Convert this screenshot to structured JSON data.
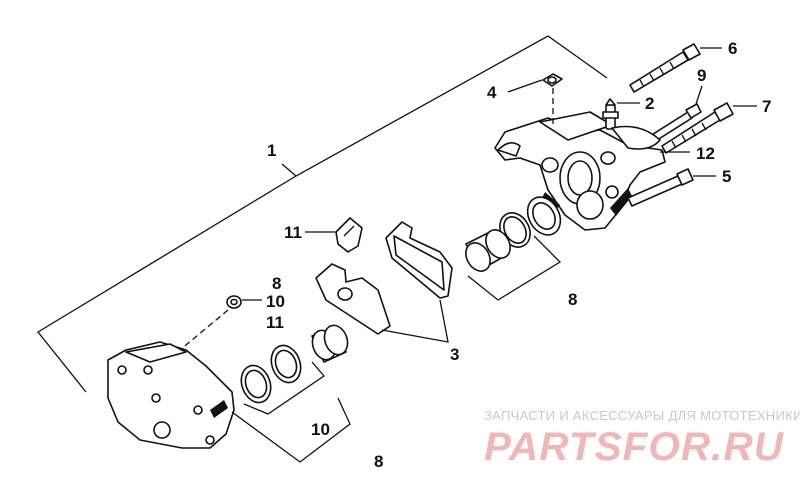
{
  "diagram": {
    "callouts": {
      "c1": "1",
      "c2": "2",
      "c3": "3",
      "c4": "4",
      "c5": "5",
      "c6": "6",
      "c7": "7",
      "c8_upper": "8",
      "c8_mid": "8",
      "c8_lower": "8",
      "c9": "9",
      "c10_mid": "10",
      "c10_lower": "10",
      "c11_upper": "11",
      "c11_mid": "11",
      "c12": "12"
    }
  },
  "watermark": {
    "tagline": "ЗАПЧАСТИ И АКСЕССУАРЫ ДЛЯ МОТОТЕХНИКИ",
    "logo": "PARTSFOR.RU"
  }
}
